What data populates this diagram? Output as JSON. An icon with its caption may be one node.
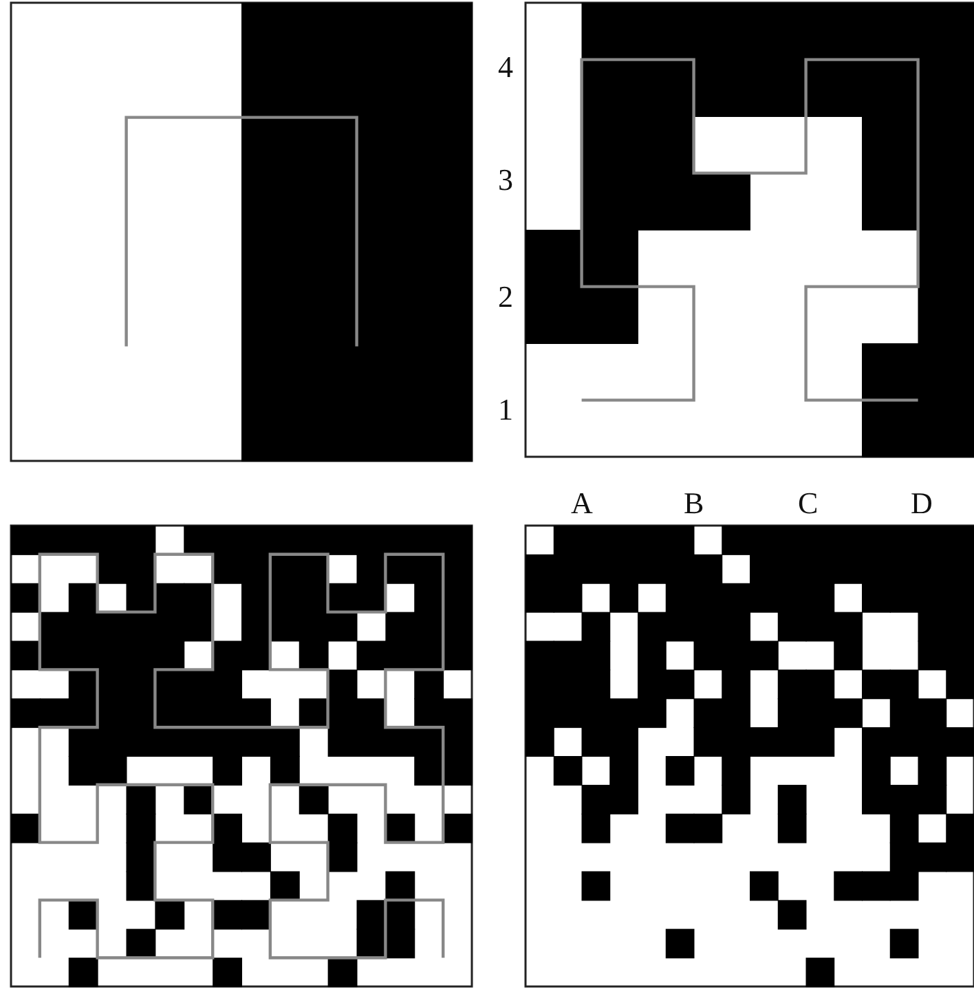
{
  "diagram": {
    "labels": [
      "4",
      "3",
      "2",
      "1",
      "A",
      "B",
      "C",
      "D"
    ]
  }
}
